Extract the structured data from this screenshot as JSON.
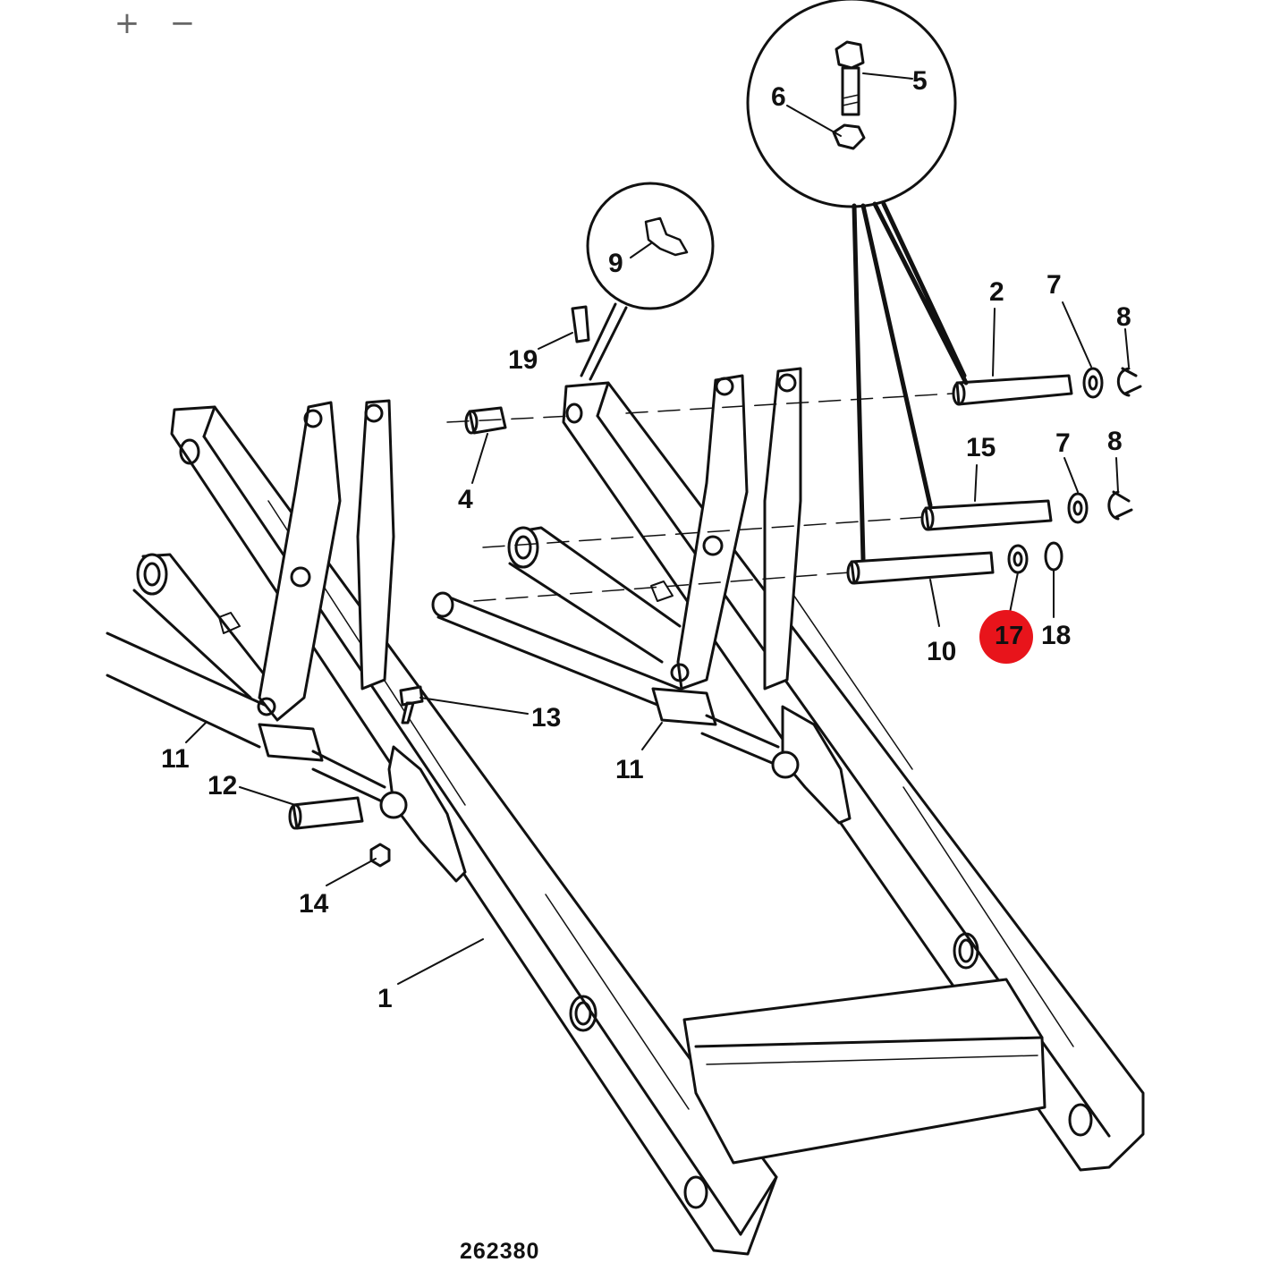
{
  "toolbar": {
    "zoom_in_label": "+",
    "zoom_out_label": "−"
  },
  "diagram": {
    "drawing_number": "262380",
    "highlight_color": "#e8141b",
    "highlighted_callout": "17",
    "callouts": {
      "c1": "1",
      "c2": "2",
      "c4": "4",
      "c5": "5",
      "c6": "6",
      "c7a": "7",
      "c7b": "7",
      "c8a": "8",
      "c8b": "8",
      "c9": "9",
      "c10": "10",
      "c11a": "11",
      "c11b": "11",
      "c12": "12",
      "c13": "13",
      "c14": "14",
      "c15": "15",
      "c17": "17",
      "c18": "18",
      "c19": "19"
    }
  }
}
